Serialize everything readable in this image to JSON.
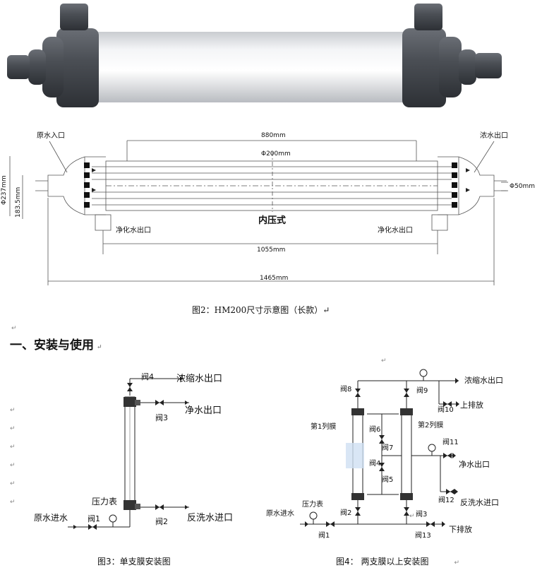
{
  "photo": {
    "alt_name": "membrane-module-photo"
  },
  "fig2": {
    "raw_in": "原水入口",
    "conc_out": "浓水出口",
    "len_880": "880mm",
    "dia_200": "Φ200mm",
    "dia_237": "Φ237mm",
    "dim_183": "183.5mm",
    "dia_50": "Φ50mm",
    "mode": "内压式",
    "clean_out_left": "净化水出口",
    "clean_out_right": "净化水出口",
    "len_1055": "1055mm",
    "len_1465": "1465mm",
    "caption": "图2：HM200尺寸示意图（长款）↵"
  },
  "heading": {
    "text": "一、安装与使用",
    "mark": "↵"
  },
  "para_marks": [
    "↵",
    "↵",
    "↵",
    "↵",
    "↵",
    "↵",
    "↵",
    "↵",
    "↵"
  ],
  "fig3": {
    "v4": "阀4",
    "conc": "浓缩水出口",
    "v3": "阀3",
    "clean": "净水出口",
    "gauge": "压力表",
    "raw": "原水进水",
    "v1": "阀1",
    "v2": "阀2",
    "backwash": "反洗水进口",
    "caption": "图3：单支膜安装图"
  },
  "fig4": {
    "v8": "阀8",
    "v9": "阀9",
    "conc": "浓缩水出口",
    "v10": "阀10",
    "up_drain": "上排放",
    "m1": "第1列膜",
    "m2": "第2列膜",
    "v6": "阀6",
    "v7": "阀7",
    "v11": "阀11",
    "v4": "阀4",
    "clean": "净水出口",
    "v5": "阀5",
    "v12": "阀12",
    "backwash": "反洗水进口",
    "gauge": "压力表",
    "raw": "原水进水",
    "v2": "阀2",
    "v3": "阀3",
    "v1": "阀1",
    "v13": "阀13",
    "down_drain": "下排放",
    "caption": "图4：  两支膜以上安装图",
    "caption_mark": "↵"
  }
}
